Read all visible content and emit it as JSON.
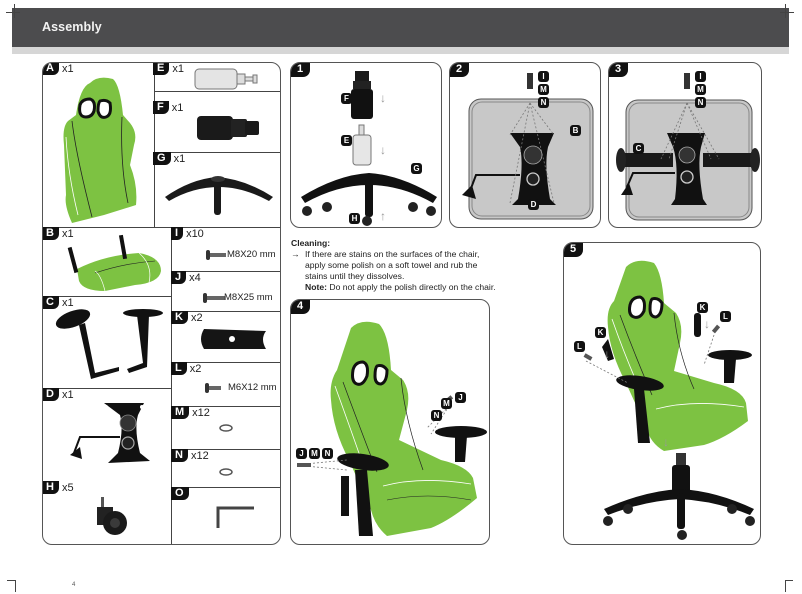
{
  "header": {
    "title": "Assembly"
  },
  "parts": [
    {
      "id": "A",
      "qty": "x1",
      "name": "backrest"
    },
    {
      "id": "E",
      "qty": "x1",
      "name": "gas-lift-cylinder"
    },
    {
      "id": "F",
      "qty": "x1",
      "name": "cylinder-cover"
    },
    {
      "id": "G",
      "qty": "x1",
      "name": "five-star-base"
    },
    {
      "id": "B",
      "qty": "x1",
      "name": "seat"
    },
    {
      "id": "C",
      "qty": "x1",
      "name": "armrests"
    },
    {
      "id": "D",
      "qty": "x1",
      "name": "tilt-mechanism"
    },
    {
      "id": "H",
      "qty": "x5",
      "name": "casters"
    },
    {
      "id": "I",
      "qty": "x10",
      "name": "bolt",
      "spec": "M8X20 mm"
    },
    {
      "id": "J",
      "qty": "x4",
      "name": "bolt",
      "spec": "M8X25 mm"
    },
    {
      "id": "K",
      "qty": "x2",
      "name": "side-cover"
    },
    {
      "id": "L",
      "qty": "x2",
      "name": "screw",
      "spec": "M6X12 mm"
    },
    {
      "id": "M",
      "qty": "x12",
      "name": "spring-washer"
    },
    {
      "id": "N",
      "qty": "x12",
      "name": "flat-washer"
    },
    {
      "id": "O",
      "qty": "",
      "name": "allen-key"
    }
  ],
  "steps": [
    {
      "number": "1",
      "labels": [
        "F",
        "E",
        "G",
        "H"
      ]
    },
    {
      "number": "2",
      "labels": [
        "I",
        "M",
        "N",
        "B",
        "D"
      ]
    },
    {
      "number": "3",
      "labels": [
        "I",
        "M",
        "N",
        "C"
      ]
    },
    {
      "number": "4",
      "labels": [
        "J",
        "M",
        "N",
        "J",
        "M",
        "N"
      ]
    },
    {
      "number": "5",
      "labels": [
        "K",
        "L",
        "K",
        "L"
      ]
    }
  ],
  "cleaning": {
    "title": "Cleaning:",
    "arrow": "→",
    "line1": "If there are stains on the surfaces of the chair,",
    "line2": "apply some polish on a soft towel and rub the",
    "line3": "stains until they dissolves.",
    "note_label": "Note:",
    "note_text": " Do not apply the polish directly on the chair."
  },
  "footer": {
    "page_number": "4"
  },
  "colors": {
    "header_bg": "#4c4c4e",
    "chair_green": "#7dc242",
    "plate_gray": "#c8c8c8"
  }
}
